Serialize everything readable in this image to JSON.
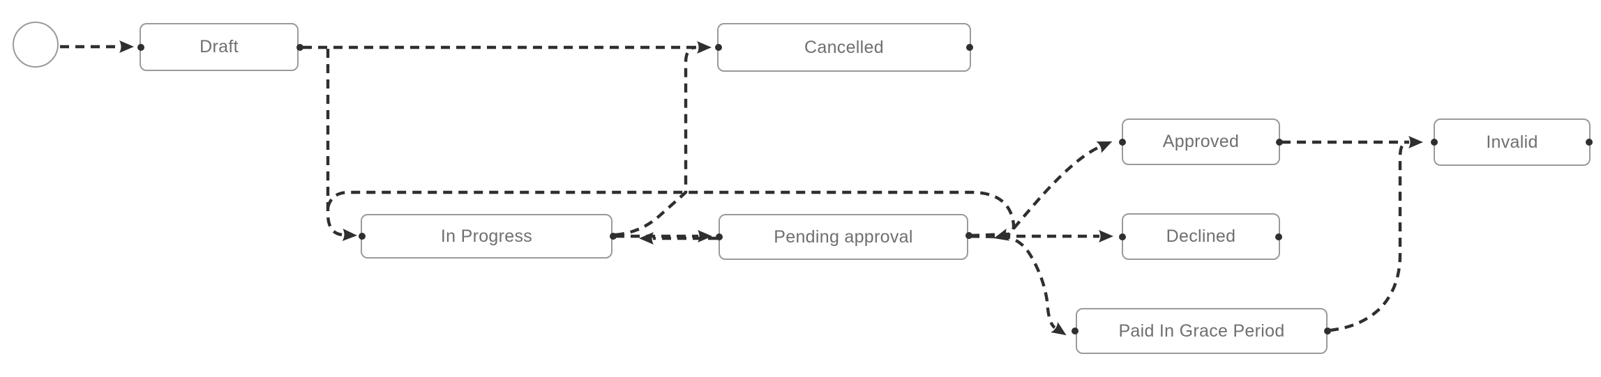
{
  "diagram": {
    "kind": "state-flow-diagram",
    "line_style": "dashed",
    "colors": {
      "edge": "#2f2f2f",
      "node_border": "#9a9a9a",
      "node_text": "#6f6f6f",
      "node_fill": "#ffffff",
      "background": "#ffffff"
    },
    "start_node": {
      "shape": "circle",
      "label": ""
    },
    "nodes": {
      "draft": {
        "label": "Draft"
      },
      "cancelled": {
        "label": "Cancelled"
      },
      "in_progress": {
        "label": "In Progress"
      },
      "pending_approval": {
        "label": "Pending approval"
      },
      "approved": {
        "label": "Approved"
      },
      "declined": {
        "label": "Declined"
      },
      "paid_in_grace_period": {
        "label": "Paid In Grace Period"
      },
      "invalid": {
        "label": "Invalid"
      }
    },
    "edges": [
      {
        "from": "start",
        "to": "Draft"
      },
      {
        "from": "Draft",
        "to": "Cancelled"
      },
      {
        "from": "Draft",
        "to": "In Progress"
      },
      {
        "from": "Draft",
        "to": "Pending approval"
      },
      {
        "from": "In Progress",
        "to": "Pending approval"
      },
      {
        "from": "Pending approval",
        "to": "In Progress"
      },
      {
        "from": "In Progress",
        "to": "Cancelled"
      },
      {
        "from": "Pending approval",
        "to": "Approved"
      },
      {
        "from": "Pending approval",
        "to": "Declined"
      },
      {
        "from": "Pending approval",
        "to": "Paid In Grace Period"
      },
      {
        "from": "Approved",
        "to": "Invalid"
      },
      {
        "from": "Paid In Grace Period",
        "to": "Invalid"
      }
    ]
  }
}
